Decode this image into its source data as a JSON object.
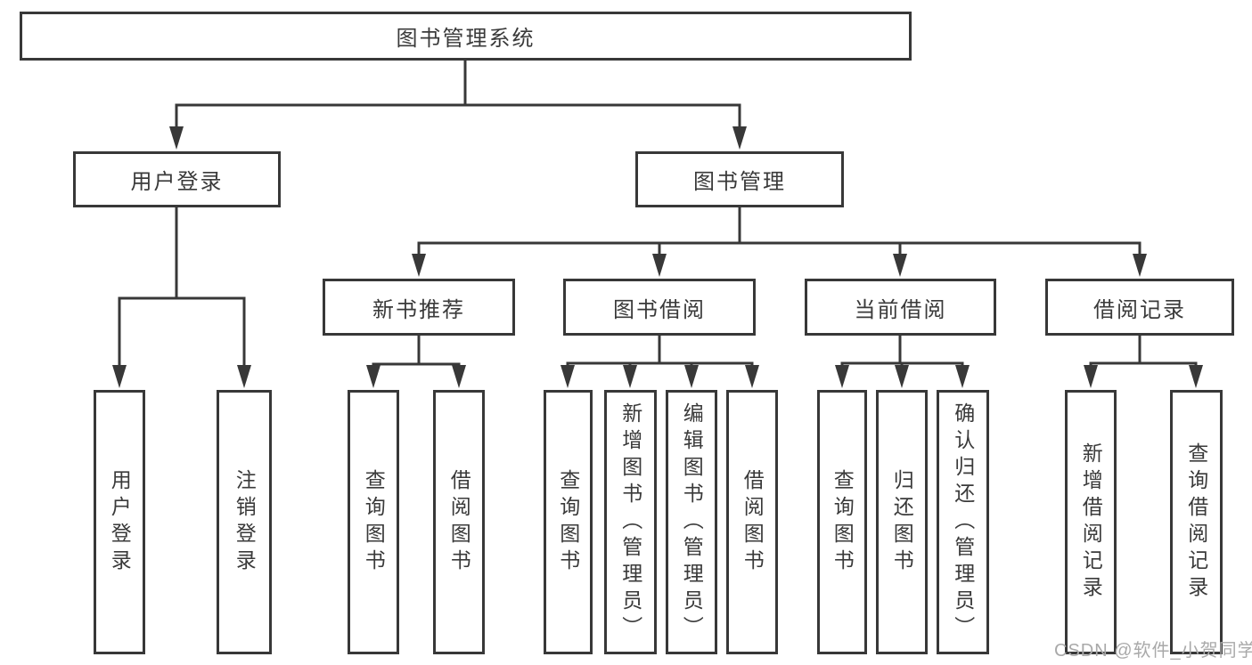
{
  "tree": {
    "root": {
      "label": "图书管理系统"
    },
    "branches": [
      {
        "label": "用户登录",
        "children": [
          {
            "label": "用户登录"
          },
          {
            "label": "注销登录"
          }
        ]
      },
      {
        "label": "图书管理",
        "children": [
          {
            "label": "新书推荐",
            "children": [
              {
                "label": "查询图书"
              },
              {
                "label": "借阅图书"
              }
            ]
          },
          {
            "label": "图书借阅",
            "children": [
              {
                "label": "查询图书"
              },
              {
                "label": "新增图书（管理员）"
              },
              {
                "label": "编辑图书（管理员）"
              },
              {
                "label": "借阅图书"
              }
            ]
          },
          {
            "label": "当前借阅",
            "children": [
              {
                "label": "查询图书"
              },
              {
                "label": "归还图书"
              },
              {
                "label": "确认归还（管理员）"
              }
            ]
          },
          {
            "label": "借阅记录",
            "children": [
              {
                "label": "新增借阅记录"
              },
              {
                "label": "查询借阅记录"
              }
            ]
          }
        ]
      }
    ]
  },
  "watermark": {
    "text": "CSDN @软件_小贺同学"
  },
  "colors": {
    "line": "#383838",
    "text": "#3a3a3a",
    "background": "#ffffff",
    "watermark": "#a9a9a9"
  }
}
